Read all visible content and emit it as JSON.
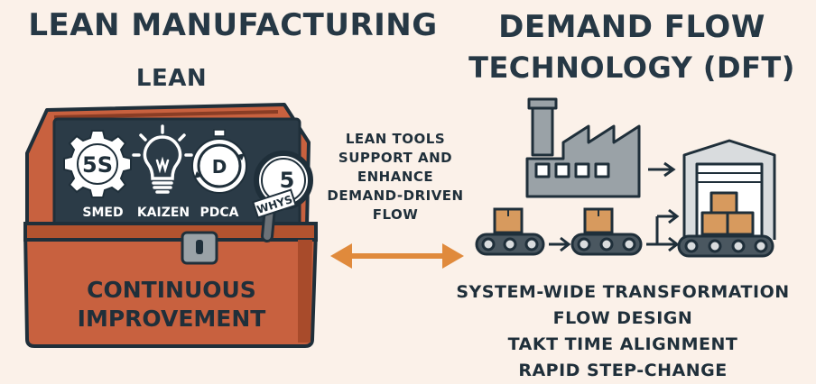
{
  "titles": {
    "left": "LEAN MANUFACTURING",
    "lean": "LEAN",
    "right_line1": "DEMAND FLOW",
    "right_line2": "TECHNOLOGY (DFT)"
  },
  "toolbox": {
    "tools": [
      {
        "icon": "gear-icon",
        "icon_text": "5S",
        "label": "SMED"
      },
      {
        "icon": "lightbulb-icon",
        "label": "KAIZEN"
      },
      {
        "icon": "stopwatch-icon",
        "label": "PDCA"
      },
      {
        "icon": "magnifier-icon",
        "icon_text": "5",
        "icon_text2": "WHYS"
      }
    ],
    "label_line1": "CONTINUOUS",
    "label_line2": "IMPROVEMENT"
  },
  "center": {
    "lines": [
      "LEAN TOOLS",
      "SUPPORT AND",
      "ENHANCE",
      "DEMAND-DRIVEN",
      "FLOW"
    ]
  },
  "dft_list": [
    "SYSTEM-WIDE TRANSFORMATION",
    "FLOW DESIGN",
    "TAKT TIME ALIGNMENT",
    "RAPID STEP-CHANGE"
  ],
  "colors": {
    "background": "#fbf1e9",
    "toolbox": "#c8613f",
    "toolbox_dark": "#8a3d25",
    "panel": "#2b3b47",
    "arrow": "#e08a3c",
    "factory": "#9aa2a7",
    "box": "#d79a5e"
  }
}
